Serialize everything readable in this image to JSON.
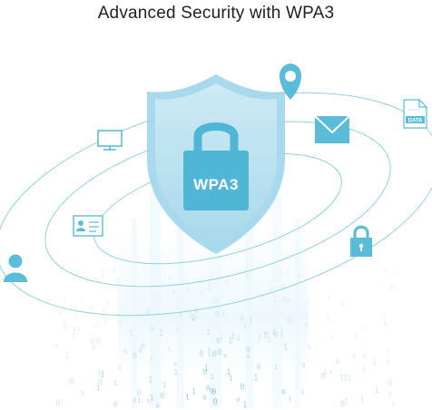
{
  "heading": {
    "title": "Advanced Security with WPA3"
  },
  "shield": {
    "lock_label": "WPA3"
  },
  "icons": {
    "document_label": "DATA"
  },
  "colors": {
    "accent": "#5bbcd9",
    "shield_fill": "#bfe4f1",
    "lock_fill": "#4fb6d6",
    "orbit_line": "#7ccbe0"
  }
}
